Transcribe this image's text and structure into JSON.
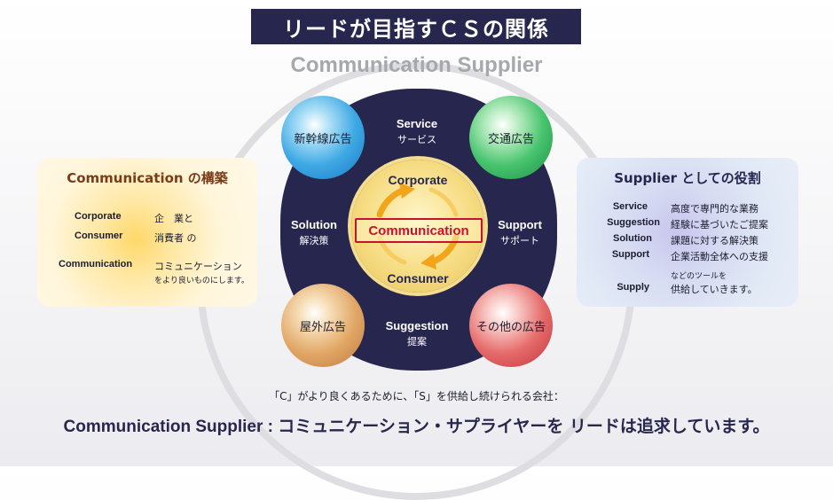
{
  "title": "リードが目指すＣＳの関係",
  "supplier_heading": "Communication Supplier",
  "left_panel": {
    "title": "Communication の構築",
    "rows": [
      {
        "label": "Corporate",
        "value": "企　業と"
      },
      {
        "label": "Consumer",
        "value": "消費者 の"
      },
      {
        "label": "Communication",
        "value": "コミュニケーション"
      }
    ],
    "note": "をより良いものにします。"
  },
  "right_panel": {
    "title": "Supplier としての役割",
    "rows": [
      {
        "label": "Service",
        "value": "高度で専門的な業務"
      },
      {
        "label": "Suggestion",
        "value": "経験に基づいたご提案"
      },
      {
        "label": "Solution",
        "value": "課題に対する解決策"
      },
      {
        "label": "Support",
        "value": "企業活動全体への支援"
      }
    ],
    "supply_note": "などのツールを",
    "supply_label": "Supply",
    "supply_value": "供給していきます。"
  },
  "bubbles": {
    "top_left": "新幹線広告",
    "top_right": "交通広告",
    "bottom_left": "屋外広告",
    "bottom_right": "その他の広告"
  },
  "ring_labels": {
    "service": {
      "en": "Service",
      "ja": "サービス"
    },
    "solution": {
      "en": "Solution",
      "ja": "解決策"
    },
    "support": {
      "en": "Support",
      "ja": "サポート"
    },
    "suggestion": {
      "en": "Suggestion",
      "ja": "提案"
    }
  },
  "center": {
    "top": "Corporate",
    "middle": "Communication",
    "bottom": "Consumer"
  },
  "bottom_sub": "「C」がより良くあるために、「S」を供給し続けられる会社：",
  "bottom_main_en": "Communication Supplier : ",
  "bottom_main_ja": "コミュニケーション・サプライヤーを リードは追求しています。",
  "colors": {
    "navy": "#27264f",
    "accent_red": "#c8112e",
    "gold": "#e7c45b"
  }
}
